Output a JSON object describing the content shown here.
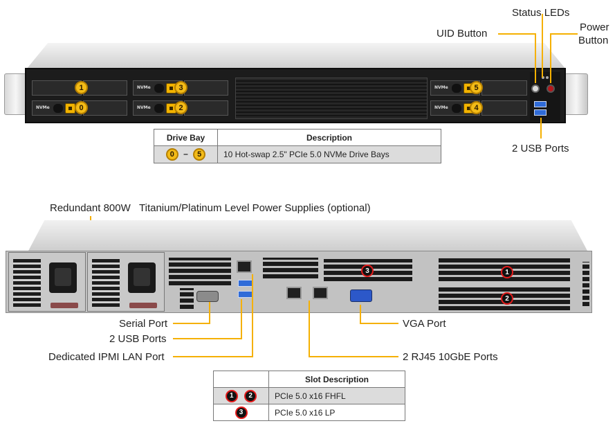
{
  "front": {
    "labels": {
      "status_leds": "Status LEDs",
      "uid_button": "UID Button",
      "power_button": "Power\nButton",
      "power_button_line1": "Power",
      "power_button_line2": "Button",
      "usb_ports": "2 USB Ports"
    },
    "bay_badge_text": "NVMe",
    "bays": [
      "1",
      "0",
      "3",
      "2",
      "5",
      "4"
    ]
  },
  "drive_table": {
    "headers": [
      "Drive Bay",
      "Description"
    ],
    "range_start": "0",
    "range_dash": "–",
    "range_end": "5",
    "description": "10 Hot-swap 2.5\" PCIe 5.0 NVMe Drive Bays"
  },
  "rear": {
    "labels": {
      "psu_part1": "Redundant 800W",
      "psu_part2": "Titanium/Platinum Level Power Supplies (optional)",
      "serial_port": "Serial Port",
      "usb_ports": "2 USB Ports",
      "ipmi_lan": "Dedicated IPMI LAN Port",
      "vga_port": "VGA Port",
      "rj45": "2 RJ45 10GbE Ports"
    },
    "slot_badges": [
      "3",
      "1",
      "2"
    ]
  },
  "slot_table": {
    "header": "Slot Description",
    "rows": [
      {
        "badges": [
          "1",
          "2"
        ],
        "desc": "PCIe 5.0 x16 FHFL"
      },
      {
        "badges": [
          "3"
        ],
        "desc": "PCIe 5.0 x16 LP"
      }
    ]
  },
  "colors": {
    "callout_line": "#f5b000",
    "drive_badge": "#f3bb17",
    "slot_badge_ring": "#e51b1b",
    "table_shade": "#dcdcdc"
  }
}
